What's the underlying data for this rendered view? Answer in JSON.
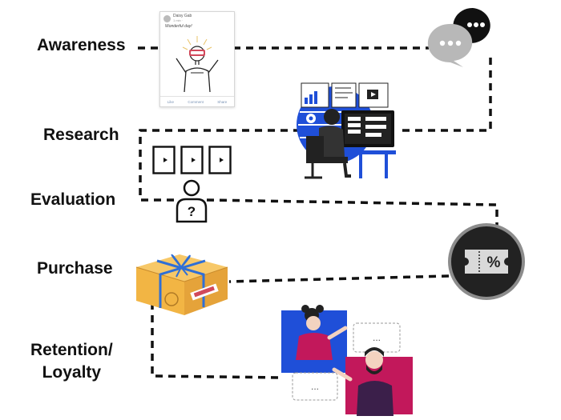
{
  "stages": [
    {
      "label": "Awareness"
    },
    {
      "label": "Research"
    },
    {
      "label": "Evaluation"
    },
    {
      "label": "Purchase"
    },
    {
      "label": "Retention/",
      "label2": "Loyalty"
    }
  ],
  "social_post": {
    "name": "Daisy Gab",
    "meta": "1 min ·",
    "caption": "Wonderful day!",
    "actions": [
      "Like",
      "Comment",
      "Share"
    ]
  },
  "coupon": {
    "symbol": "%"
  },
  "chat": {
    "dots": "..."
  },
  "colors": {
    "path": "#111111",
    "accent_blue": "#1f4fd8",
    "accent_magenta": "#c2185b",
    "box": "#f2b544",
    "ribbon": "#2f6fd6",
    "coupon_ring": "#3a3a3a"
  },
  "icons": [
    "speech-bubbles-icon",
    "vr-person-illustration",
    "analyst-desk-illustration",
    "documents-icon",
    "question-person-icon",
    "gift-box-illustration",
    "coupon-icon",
    "chatting-people-illustration"
  ]
}
